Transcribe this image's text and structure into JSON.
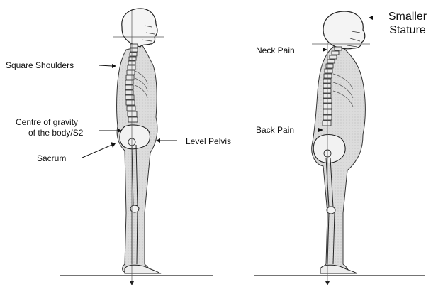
{
  "left_figure": {
    "labels": {
      "square_shoulders": "Square Shoulders",
      "centre_of_gravity_line1": "Centre of gravity",
      "centre_of_gravity_line2": "of the body/S2",
      "sacrum": "Sacrum",
      "level_pelvis": "Level Pelvis"
    }
  },
  "right_figure": {
    "labels": {
      "neck_pain": "Neck Pain",
      "back_pain": "Back Pain",
      "smaller_stature_line1": "Smaller",
      "smaller_stature_line2": "Stature"
    }
  }
}
